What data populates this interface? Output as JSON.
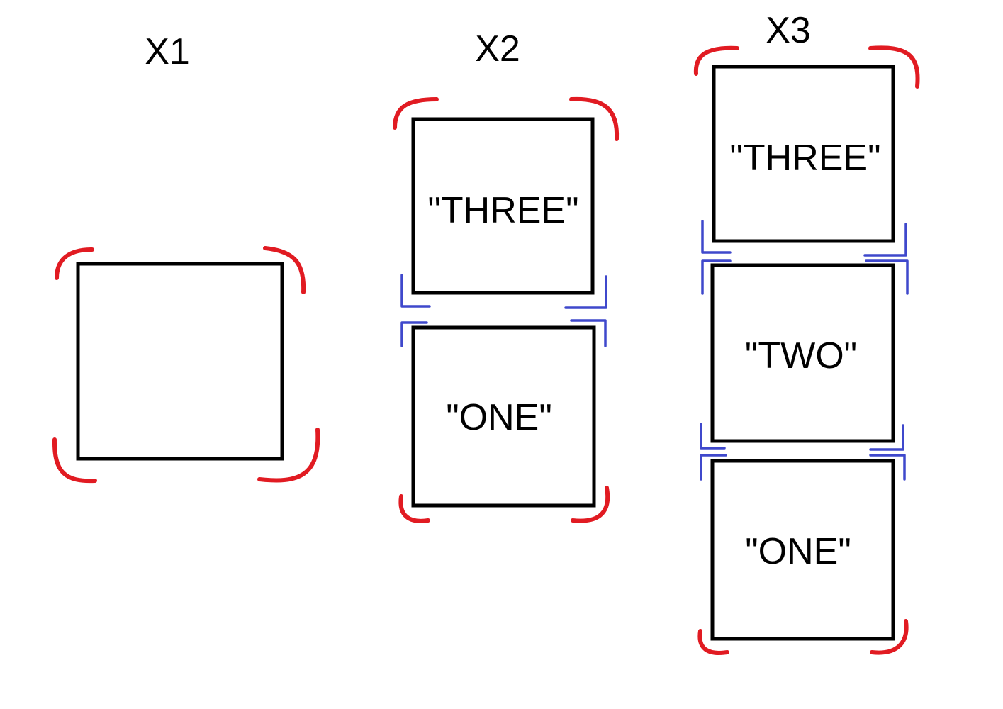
{
  "colors": {
    "box_stroke": "#000000",
    "outer_bracket": "#e11b22",
    "joint_bracket": "#3f48cc"
  },
  "groups": [
    {
      "title": "X1",
      "boxes": [
        {
          "label": ""
        }
      ]
    },
    {
      "title": "X2",
      "boxes": [
        {
          "label": "\"THREE\""
        },
        {
          "label": "\"ONE\""
        }
      ]
    },
    {
      "title": "X3",
      "boxes": [
        {
          "label": "\"THREE\""
        },
        {
          "label": "\"TWO\""
        },
        {
          "label": "\"ONE\""
        }
      ]
    }
  ]
}
